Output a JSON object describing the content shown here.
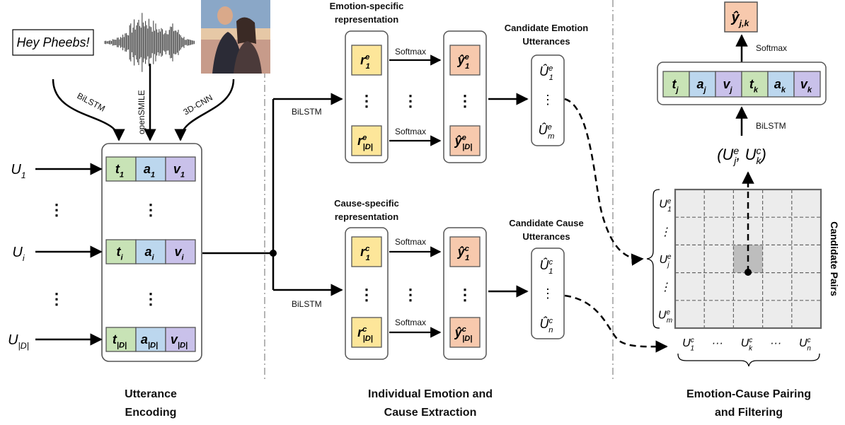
{
  "inputs": {
    "text_sample": "Hey Pheebs!",
    "encoders": [
      "BiLSTM",
      "openSMILE",
      "3D-CNN"
    ]
  },
  "utterances": {
    "labels": [
      {
        "main": "U",
        "sub": "1"
      },
      {
        "main": "U",
        "sub": "i"
      },
      {
        "main": "U",
        "sub": "|D|"
      }
    ],
    "rows": [
      {
        "t": "t",
        "a": "a",
        "v": "v",
        "sub": "1"
      },
      {
        "t": "t",
        "a": "a",
        "v": "v",
        "sub": "i"
      },
      {
        "t": "t",
        "a": "a",
        "v": "v",
        "sub": "|D|"
      }
    ],
    "ellipsis": "⋮"
  },
  "emotion": {
    "header_line1": "Emotion-specific",
    "header_line2": "representation",
    "bilstm": "BiLSTM",
    "softmax": "Softmax",
    "r_top": {
      "main": "r",
      "sup": "e",
      "sub": "1"
    },
    "r_bot": {
      "main": "r",
      "sup": "e",
      "sub": "|D|"
    },
    "y_top": {
      "main": "ŷ",
      "sup": "e",
      "sub": "1"
    },
    "y_bot": {
      "main": "ŷ",
      "sup": "e",
      "sub": "|D|"
    },
    "candidates_title_line1": "Candidate Emotion",
    "candidates_title_line2": "Utterances",
    "cand_top": {
      "main": "Û",
      "sup": "e",
      "sub": "1"
    },
    "cand_bot": {
      "main": "Û",
      "sup": "e",
      "sub": "m"
    }
  },
  "cause": {
    "header_line1": "Cause-specific",
    "header_line2": "representation",
    "bilstm": "BiLSTM",
    "softmax": "Softmax",
    "r_top": {
      "main": "r",
      "sup": "c",
      "sub": "1"
    },
    "r_bot": {
      "main": "r",
      "sup": "c",
      "sub": "|D|"
    },
    "y_top": {
      "main": "ŷ",
      "sup": "c",
      "sub": "1"
    },
    "y_bot": {
      "main": "ŷ",
      "sup": "c",
      "sub": "|D|"
    },
    "candidates_title_line1": "Candidate Cause",
    "candidates_title_line2": "Utterances",
    "cand_top": {
      "main": "Û",
      "sup": "c",
      "sub": "1"
    },
    "cand_bot": {
      "main": "Û",
      "sup": "c",
      "sub": "n"
    }
  },
  "pairing": {
    "output": {
      "main": "ŷ",
      "sub": "j,k"
    },
    "softmax": "Softmax",
    "bilstm": "BiLSTM",
    "concat": [
      {
        "main": "t",
        "sub": "j"
      },
      {
        "main": "a",
        "sub": "j"
      },
      {
        "main": "v",
        "sub": "j"
      },
      {
        "main": "t",
        "sub": "k"
      },
      {
        "main": "a",
        "sub": "k"
      },
      {
        "main": "v",
        "sub": "k"
      }
    ],
    "pair_label": "(U",
    "pair_label_full": "(Uj^e, Uk^c)",
    "row_labels": [
      {
        "main": "U",
        "sup": "e",
        "sub": "1"
      },
      {
        "main": "⋮"
      },
      {
        "main": "U",
        "sup": "e",
        "sub": "j"
      },
      {
        "main": "⋮"
      },
      {
        "main": "U",
        "sup": "e",
        "sub": "m"
      }
    ],
    "col_labels": [
      {
        "main": "U",
        "sup": "c",
        "sub": "1"
      },
      {
        "main": "···"
      },
      {
        "main": "U",
        "sup": "c",
        "sub": "k"
      },
      {
        "main": "···"
      },
      {
        "main": "U",
        "sup": "c",
        "sub": "n"
      }
    ],
    "side_label": "Candidate Pairs"
  },
  "sections": {
    "s1_line1": "Utterance",
    "s1_line2": "Encoding",
    "s2_line1": "Individual Emotion and",
    "s2_line2": "Cause Extraction",
    "s3_line1": "Emotion-Cause Pairing",
    "s3_line2": "and Filtering"
  },
  "colors": {
    "text_green": "#c8e3b6",
    "audio_blue": "#bcd7ee",
    "video_purple": "#c9c1ea",
    "r_yellow": "#fde69a",
    "y_orange": "#f7c9ad",
    "grid_cell": "#ececec",
    "grid_highlight": "#bdbdbd"
  }
}
